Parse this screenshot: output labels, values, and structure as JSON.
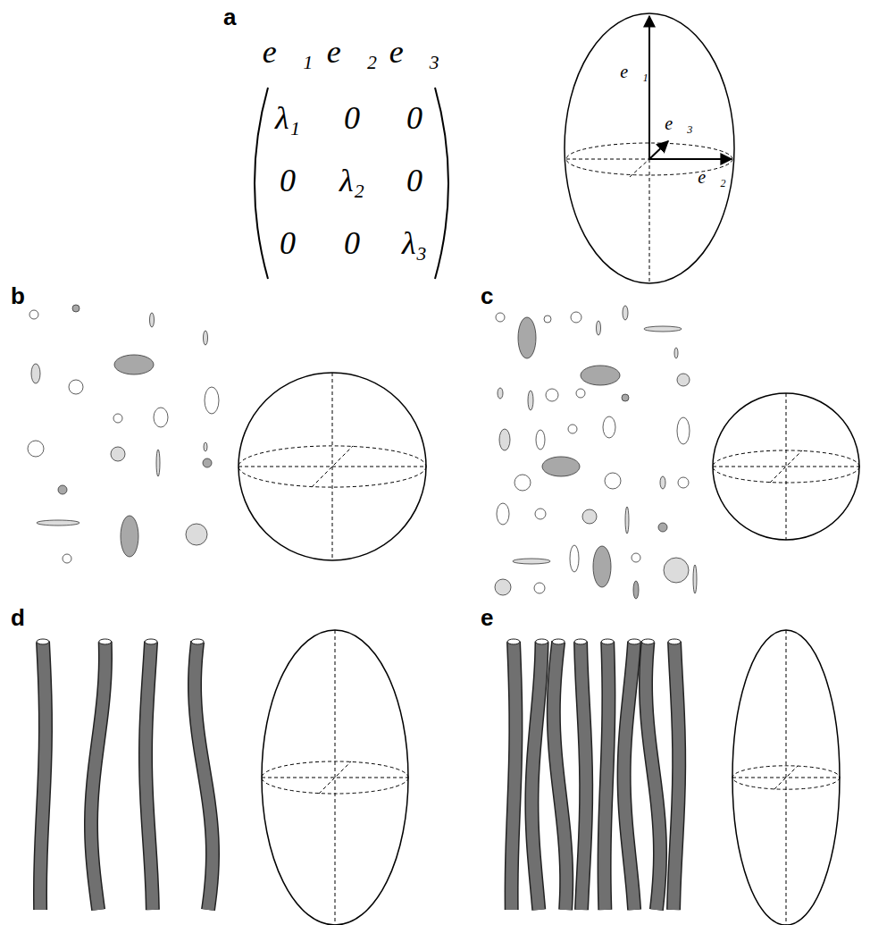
{
  "diagram": {
    "labels": [
      "a",
      "e⃗₁",
      "e⃗₂",
      "e⃗₃",
      "λ₁",
      "0",
      "0",
      "0",
      "λ₂",
      "0",
      "0",
      "0",
      "λ₃",
      "e⃗₁",
      "e⃗₃",
      "e⃗₂",
      "b",
      "c",
      "d",
      "e"
    ]
  }
}
